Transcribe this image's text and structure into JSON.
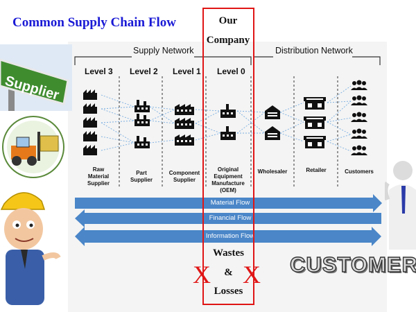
{
  "title": "Common Supply Chain Flow",
  "company_box": {
    "line1": "Our",
    "line2": "Company"
  },
  "networks": {
    "supply": "Supply Network",
    "distribution": "Distribution Network"
  },
  "levels": [
    "Level 3",
    "Level 2",
    "Level 1",
    "Level 0"
  ],
  "columns": {
    "raw": [
      "Raw",
      "Material",
      "Supplier"
    ],
    "part": [
      "Part",
      "Supplier"
    ],
    "component": [
      "Component",
      "Supplier"
    ],
    "oem": [
      "Original",
      "Equipment",
      "Manufacture",
      "(OEM)"
    ],
    "wholesaler": [
      "Wholesaler"
    ],
    "retailer": [
      "Retailer"
    ],
    "customers": [
      "Customers"
    ]
  },
  "flows": {
    "material": "Material Flow",
    "financial": "Financial Flow",
    "information": "Information Flow"
  },
  "waste": {
    "line1": "Wastes",
    "line2": "&",
    "line3": "Losses",
    "mark": "X"
  },
  "side_sign": "Supplier",
  "customer_word": "CUSTOMER",
  "colors": {
    "title": "#1a1ad6",
    "accent_red": "#e01515",
    "flow_blue": "#4a86c8",
    "sign_green": "#3f8c2f"
  },
  "icons": [
    "factory-icon",
    "warehouse-icon",
    "store-icon",
    "people-icon",
    "forklift-icon",
    "worker-icon",
    "businessman-icon"
  ]
}
